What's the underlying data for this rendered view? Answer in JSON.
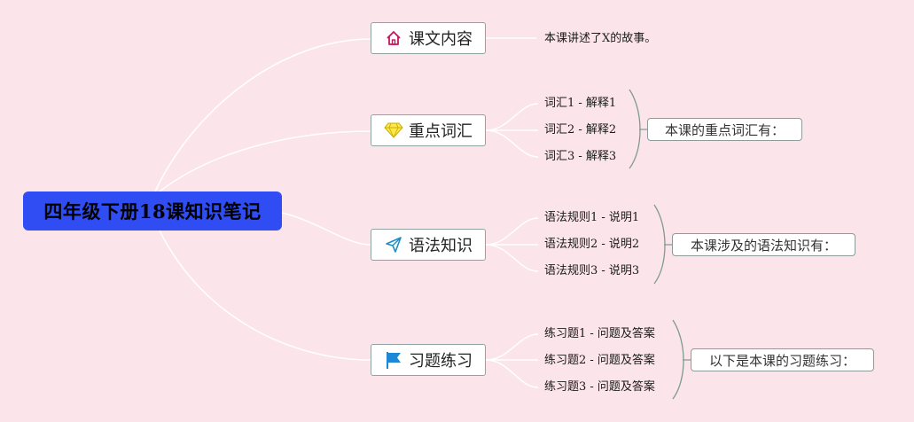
{
  "root": {
    "label": "四年级下册18课知识笔记"
  },
  "topics": [
    {
      "label": "课文内容",
      "icon": "home-icon",
      "leaves": [
        "本课讲述了X的故事。"
      ],
      "summary": ""
    },
    {
      "label": "重点词汇",
      "icon": "diamond-icon",
      "leaves": [
        "词汇1 - 解释1",
        "词汇2 - 解释2",
        "词汇3 - 解释3"
      ],
      "summary": "本课的重点词汇有："
    },
    {
      "label": "语法知识",
      "icon": "paper-plane-icon",
      "leaves": [
        "语法规则1 - 说明1",
        "语法规则2 - 说明2",
        "语法规则3 - 说明3"
      ],
      "summary": "本课涉及的语法知识有："
    },
    {
      "label": "习题练习",
      "icon": "flag-icon",
      "leaves": [
        "练习题1 - 问题及答案",
        "练习题2 - 问题及答案",
        "练习题3 - 问题及答案"
      ],
      "summary": "以下是本课的习题练习："
    }
  ],
  "colors": {
    "background": "#fbe4ea",
    "root_fill": "#2f4df2",
    "connector": "#ffffff",
    "bracket": "#7f9a94"
  }
}
